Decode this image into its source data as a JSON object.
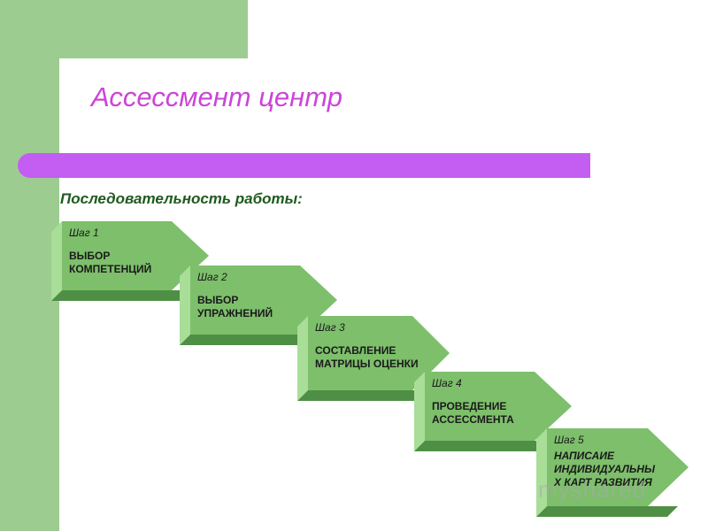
{
  "title": "Ассессмент центр",
  "subtitle": "Последовательность работы:",
  "colors": {
    "title": "#cc44d8",
    "bar": "#c45df2",
    "background_green": "#9dcc91",
    "arrow_face": "#7dbf6b",
    "arrow_left": "#a8de98",
    "arrow_bottom": "#4f8f45"
  },
  "steps": [
    {
      "number": "Шаг 1",
      "name": "ВЫБОР КОМПЕТЕНЦИЙ"
    },
    {
      "number": "Шаг 2",
      "name": "ВЫБОР УПРАЖНЕНИЙ"
    },
    {
      "number": "Шаг 3",
      "name": "СОСТАВЛЕНИЕ МАТРИЦЫ ОЦЕНКИ"
    },
    {
      "number": "Шаг 4",
      "name": "ПРОВЕДЕНИЕ АССЕССМЕНТА"
    },
    {
      "number": "Шаг 5",
      "name": "НАПИСАИЕ ИНДИВИДУАЛЬНЫХ КАРТ РАЗВИТИЯ"
    }
  ],
  "watermark": "myshared"
}
